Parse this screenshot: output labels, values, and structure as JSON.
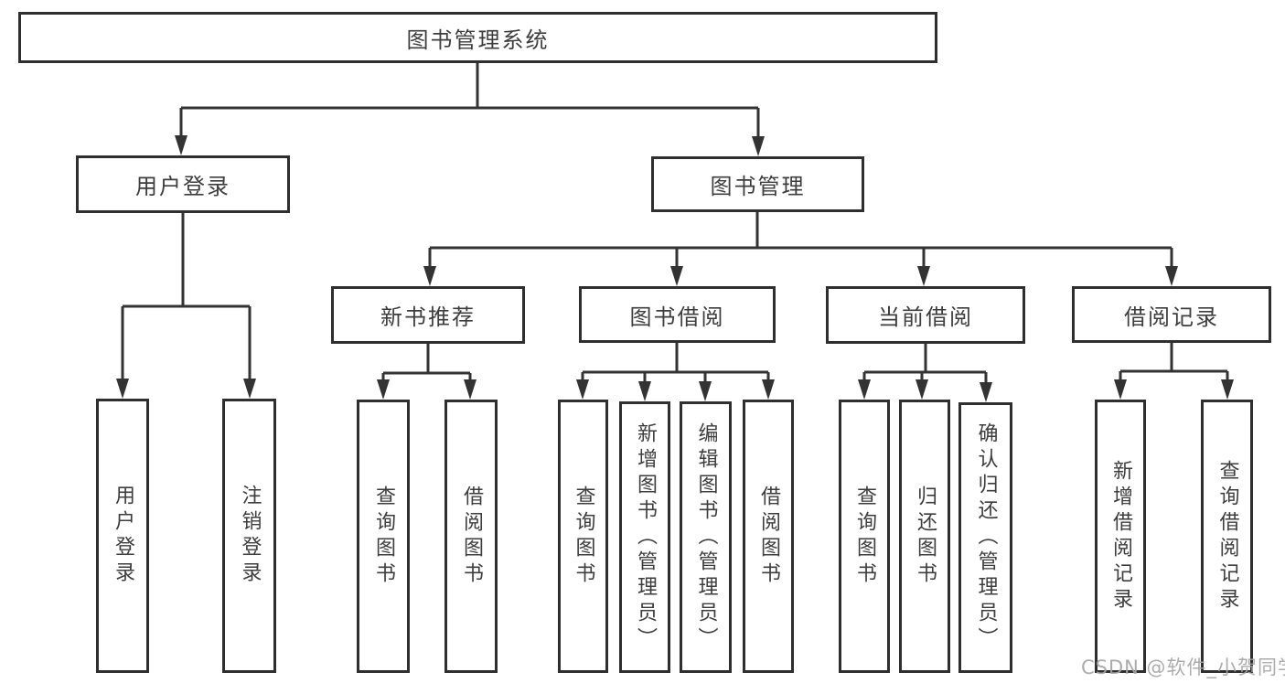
{
  "tree": {
    "root": {
      "label": "图书管理系统"
    },
    "branches": [
      {
        "label": "用户登录",
        "leaves": [
          {
            "label": "用户登录"
          },
          {
            "label": "注销登录"
          }
        ]
      },
      {
        "label": "图书管理",
        "sections": [
          {
            "label": "新书推荐",
            "leaves": [
              {
                "label": "查询图书"
              },
              {
                "label": "借阅图书"
              }
            ]
          },
          {
            "label": "图书借阅",
            "leaves": [
              {
                "label": "查询图书"
              },
              {
                "label": "新增图书（管理员）"
              },
              {
                "label": "编辑图书（管理员）"
              },
              {
                "label": "借阅图书"
              }
            ]
          },
          {
            "label": "当前借阅",
            "leaves": [
              {
                "label": "查询图书"
              },
              {
                "label": "归还图书"
              },
              {
                "label": "确认归还（管理员）"
              }
            ]
          },
          {
            "label": "借阅记录",
            "leaves": [
              {
                "label": "新增借阅记录"
              },
              {
                "label": "查询借阅记录"
              }
            ]
          }
        ]
      }
    ]
  },
  "watermark": {
    "text": "CSDN @软件_小贺同学"
  },
  "colors": {
    "line": "#333333",
    "box_border": "#2f2f2f",
    "box_fill": "#ffffff",
    "text": "#3d3d3d",
    "watermark": "#a5a5a5"
  }
}
